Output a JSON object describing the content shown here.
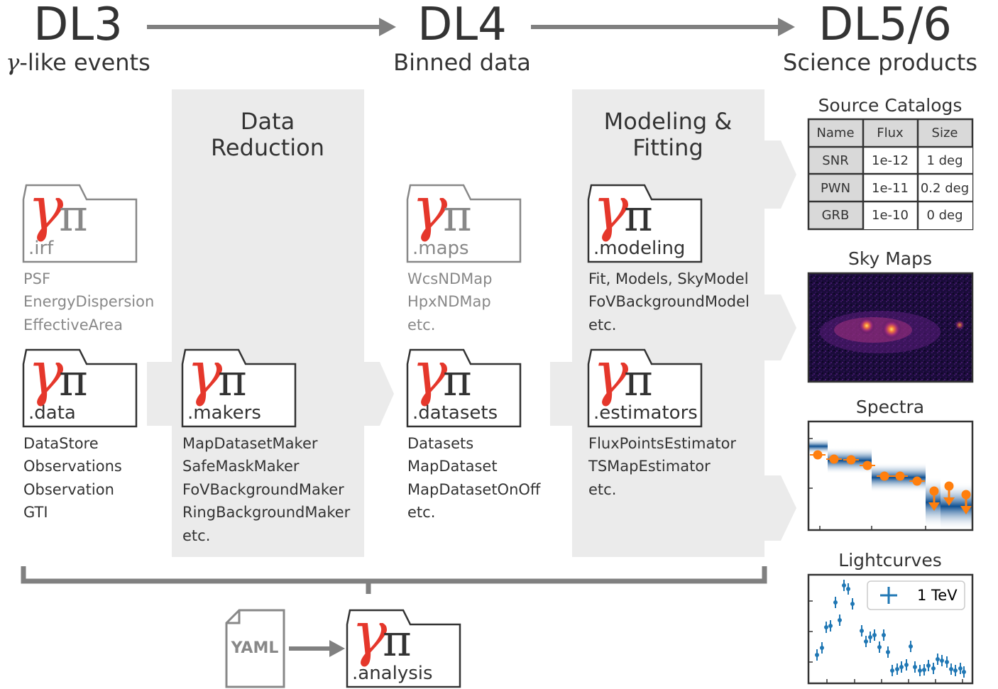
{
  "levels": [
    {
      "name": "DL3",
      "subtitle_symbol": "γ",
      "subtitle": "-like events"
    },
    {
      "name": "DL4",
      "subtitle": "Binned data"
    },
    {
      "name": "DL5/6",
      "subtitle": "Science products"
    }
  ],
  "panels": {
    "data_reduction": {
      "line1": "Data",
      "line2": "Reduction"
    },
    "modeling_fitting": {
      "line1": "Modeling &",
      "line2": "Fitting"
    }
  },
  "modules": {
    "irf": {
      "label": ".irf",
      "items": [
        "PSF",
        "EnergyDispersion",
        "EffectiveArea"
      ]
    },
    "data": {
      "label": ".data",
      "items": [
        "DataStore",
        "Observations",
        "Observation",
        "GTI"
      ]
    },
    "makers": {
      "label": ".makers",
      "items": [
        "MapDatasetMaker",
        "SafeMaskMaker",
        "FoVBackgroundMaker",
        "RingBackgroundMaker",
        "etc."
      ]
    },
    "maps": {
      "label": ".maps",
      "items": [
        "WcsNDMap",
        "HpxNDMap",
        "etc."
      ]
    },
    "datasets": {
      "label": ".datasets",
      "items": [
        "Datasets",
        "MapDataset",
        "MapDatasetOnOff",
        "etc."
      ]
    },
    "modeling": {
      "label": ".modeling",
      "items": [
        "Fit, Models, SkyModel",
        "FoVBackgroundModel",
        "etc."
      ]
    },
    "estimators": {
      "label": ".estimators",
      "items": [
        "FluxPointsEstimator",
        "TSMapEstimator",
        "etc."
      ]
    },
    "analysis": {
      "label": ".analysis"
    }
  },
  "logo": {
    "gamma": "γ",
    "pi": "π"
  },
  "yaml_label": "YAML",
  "products": {
    "catalogs": {
      "title": "Source Catalogs",
      "headers": [
        "Name",
        "Flux",
        "Size"
      ],
      "rows": [
        [
          "SNR",
          "1e-12",
          "1 deg"
        ],
        [
          "PWN",
          "1e-11",
          "0.2 deg"
        ],
        [
          "GRB",
          "1e-10",
          "0 deg"
        ]
      ]
    },
    "sky_maps": {
      "title": "Sky Maps"
    },
    "spectra": {
      "title": "Spectra"
    },
    "lightcurves": {
      "title": "Lightcurves",
      "legend": "1 TeV"
    }
  },
  "colors": {
    "text_dark": "#333333",
    "text_muted": "#888888",
    "panel_bg": "#ebebeb",
    "arrow": "#808080",
    "logo_red": "#e5372b",
    "spectra_orange": "#ff7f0e",
    "spectra_blue": "#1f77b4"
  }
}
